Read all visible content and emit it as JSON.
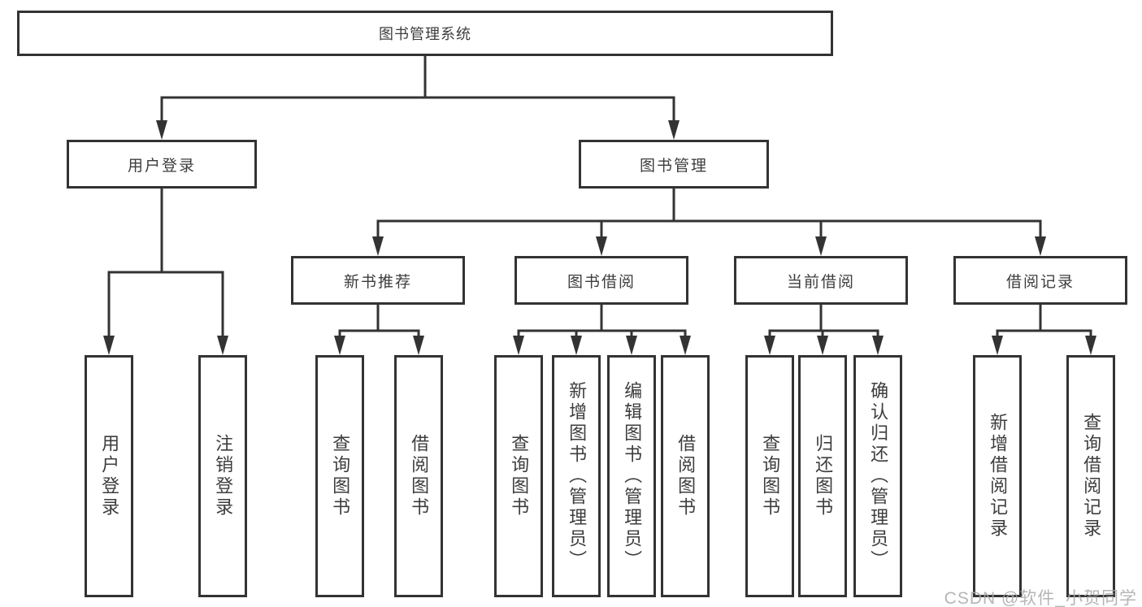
{
  "title": "图书管理系统",
  "colors": {
    "line": "#333333",
    "box_border": "#333333",
    "text": "#3d3d3d",
    "watermark": "#a9a9a9",
    "background": "#ffffff"
  },
  "tree": {
    "label": "图书管理系统",
    "children": [
      {
        "label": "用户登录",
        "children": [
          {
            "label": "用户登录"
          },
          {
            "label": "注销登录"
          }
        ]
      },
      {
        "label": "图书管理",
        "children": [
          {
            "label": "新书推荐",
            "children": [
              {
                "label": "查询图书"
              },
              {
                "label": "借阅图书"
              }
            ]
          },
          {
            "label": "图书借阅",
            "children": [
              {
                "label": "查询图书"
              },
              {
                "label": "新增图书（管理员）"
              },
              {
                "label": "编辑图书（管理员）"
              },
              {
                "label": "借阅图书"
              }
            ]
          },
          {
            "label": "当前借阅",
            "children": [
              {
                "label": "查询图书"
              },
              {
                "label": "归还图书"
              },
              {
                "label": "确认归还（管理员）"
              }
            ]
          },
          {
            "label": "借阅记录",
            "children": [
              {
                "label": "新增借阅记录"
              },
              {
                "label": "查询借阅记录"
              }
            ]
          }
        ]
      }
    ]
  },
  "watermark": {
    "text": "CSDN @软件_小贺同学"
  }
}
